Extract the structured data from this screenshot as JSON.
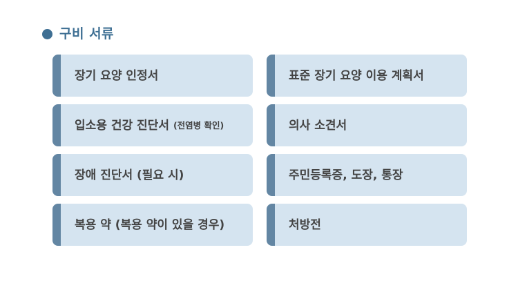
{
  "section": {
    "title": "구비 서류"
  },
  "documents": [
    {
      "label": "장기 요양 인정서",
      "note": ""
    },
    {
      "label": "표준 장기 요양 이용 계획서",
      "note": ""
    },
    {
      "label": "입소용 건강 진단서",
      "note": "(전염병 확인)"
    },
    {
      "label": "의사 소견서",
      "note": ""
    },
    {
      "label": "장애 진단서 (필요 시)",
      "note": ""
    },
    {
      "label": "주민등록증, 도장, 통장",
      "note": ""
    },
    {
      "label": "복용 약 (복용 약이 있을 경우)",
      "note": ""
    },
    {
      "label": "처방전",
      "note": ""
    }
  ],
  "colors": {
    "accent": "#3e6f93",
    "card_background": "#d5e4f0",
    "card_stripe": "#6386a3",
    "text": "#444444"
  }
}
